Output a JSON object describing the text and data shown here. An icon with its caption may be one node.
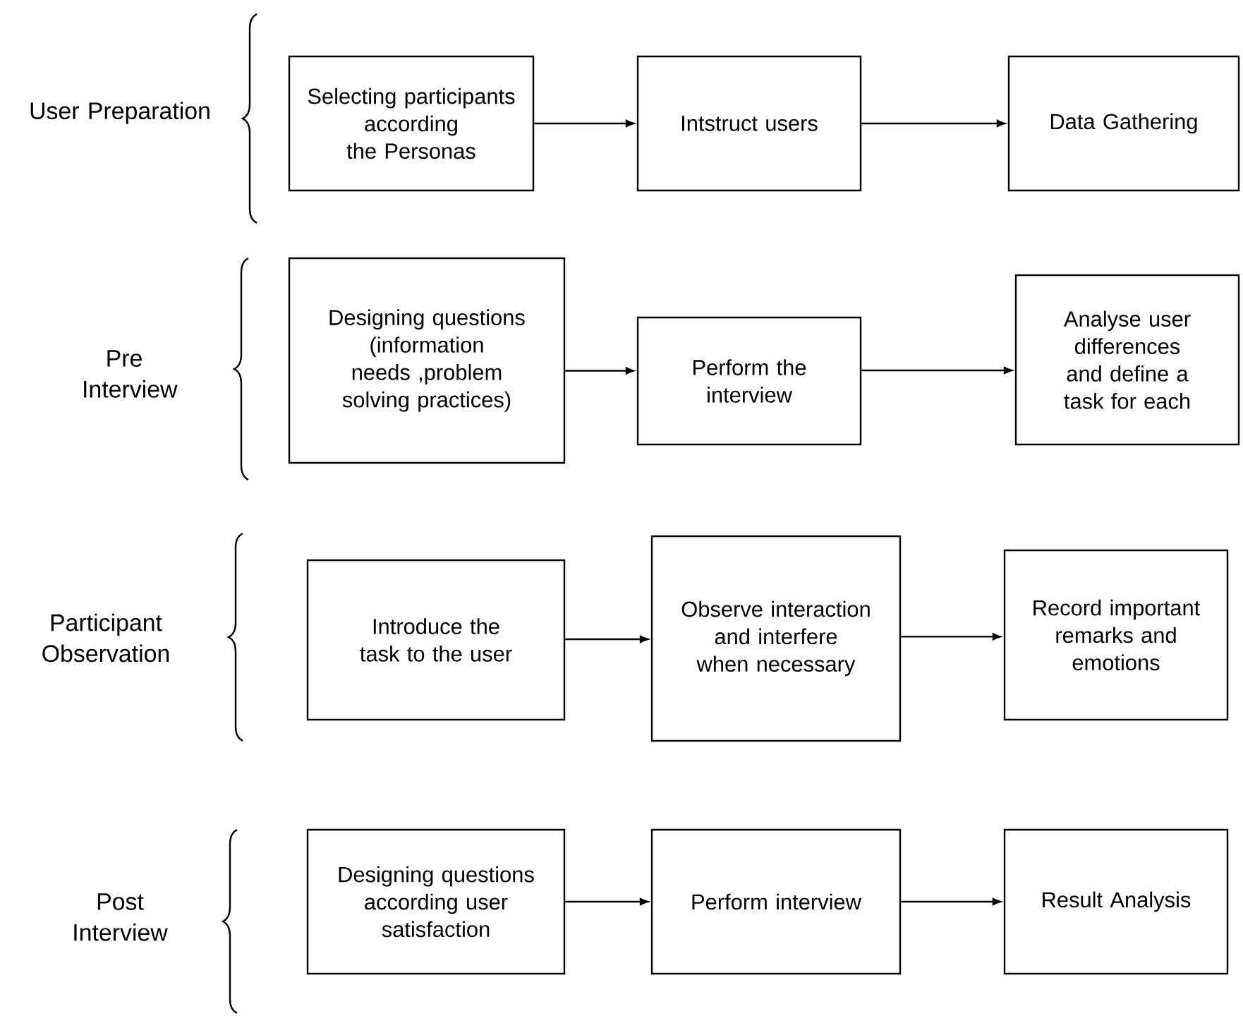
{
  "diagram": {
    "nodes": [
      {
        "text": [
          "Selecting participants according the Personas"
        ]
      },
      {
        "text": [
          "Intstruct users"
        ]
      },
      {
        "text": [
          "Data Gathering"
        ]
      },
      {
        "text": [
          "Designing questions (information needs ,problem solving practices)"
        ]
      },
      {
        "text": [
          "Perform the interview"
        ]
      },
      {
        "text": [
          "Analyse user differences and define a task for each"
        ]
      },
      {
        "text": [
          "Introduce the task to the user"
        ]
      },
      {
        "text": [
          "Observe interaction and interfere when necessary"
        ]
      },
      {
        "text": [
          "Record important remarks and emotions"
        ]
      },
      {
        "text": [
          "Designing questions according user satisfaction"
        ]
      },
      {
        "text": [
          "Perform interview"
        ]
      },
      {
        "text": [
          "Result Analysis"
        ]
      }
    ],
    "edges": [
      {
        "from": 0,
        "to": 1,
        "arrow": "to"
      },
      {
        "from": 1,
        "to": 2,
        "arrow": "to"
      },
      {
        "from": 3,
        "to": 4,
        "arrow": "to"
      },
      {
        "from": 4,
        "to": 5,
        "arrow": "to"
      },
      {
        "from": 6,
        "to": 7,
        "arrow": "to"
      },
      {
        "from": 7,
        "to": 8,
        "arrow": "to"
      },
      {
        "from": 9,
        "to": 10,
        "arrow": "to"
      },
      {
        "from": 10,
        "to": 11,
        "arrow": "to"
      }
    ],
    "labels": [
      "User Preparation",
      "Pre Interview",
      "Participant Observation",
      "Post Interview"
    ]
  }
}
